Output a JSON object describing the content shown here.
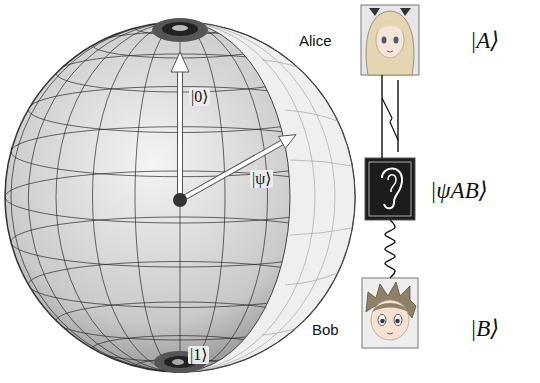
{
  "diagram": {
    "nodes": [
      {
        "text": [
          "Alice",
          "|A⟩"
        ]
      },
      {
        "text": [
          "|ψAB⟩"
        ]
      },
      {
        "text": [
          "Bob",
          "|B⟩"
        ]
      }
    ],
    "edges": [
      {
        "from": 0,
        "to": 1,
        "arrow": "none"
      },
      {
        "from": 1,
        "to": 2,
        "arrow": "none"
      }
    ],
    "labels": [
      "|0⟩",
      "|ψ⟩",
      "|1⟩"
    ]
  }
}
